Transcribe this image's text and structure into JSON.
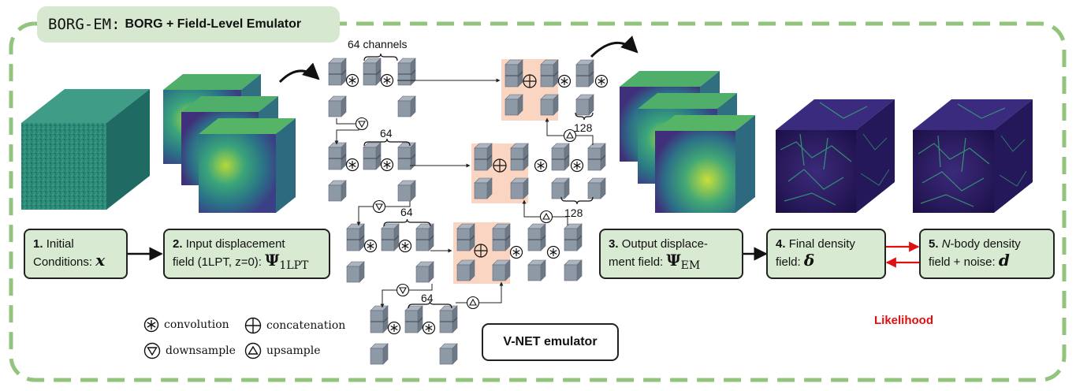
{
  "title": {
    "mono": "BORG-EM:",
    "rest": "BORG + Field-Level Emulator"
  },
  "steps": {
    "s1": {
      "num": "1.",
      "line1": "Initial",
      "line2": "Conditions:",
      "sym": "x"
    },
    "s2": {
      "num": "2.",
      "line1": "Input displacement",
      "line2": "field (1LPT, z=0):",
      "sym": "Ψ",
      "sub": "1LPT"
    },
    "s3": {
      "num": "3.",
      "line1": "Output displace-",
      "line2": "ment field:",
      "sym": "Ψ",
      "sub": "EM"
    },
    "s4": {
      "num": "4.",
      "line1": "Final density",
      "line2": "field:",
      "sym": "δ"
    },
    "s5": {
      "num": "5.",
      "n": "N",
      "line1": "-body density",
      "line2": "field + noise:",
      "sym": "d"
    }
  },
  "vnet": {
    "label": "V-NET emulator",
    "channels_label": "64 channels",
    "labels": [
      "64",
      "64",
      "64",
      "128",
      "128"
    ]
  },
  "legend": {
    "convolution": "convolution",
    "concatenation": "concatenation",
    "downsample": "downsample",
    "upsample": "upsample"
  },
  "likelihood": "Likelihood",
  "colors": {
    "frame": "#93c47d",
    "box": "#d9ead3",
    "cube": "#8d9aa6",
    "concat_bg": "#f9d5c2",
    "likelihood": "#e01010"
  }
}
